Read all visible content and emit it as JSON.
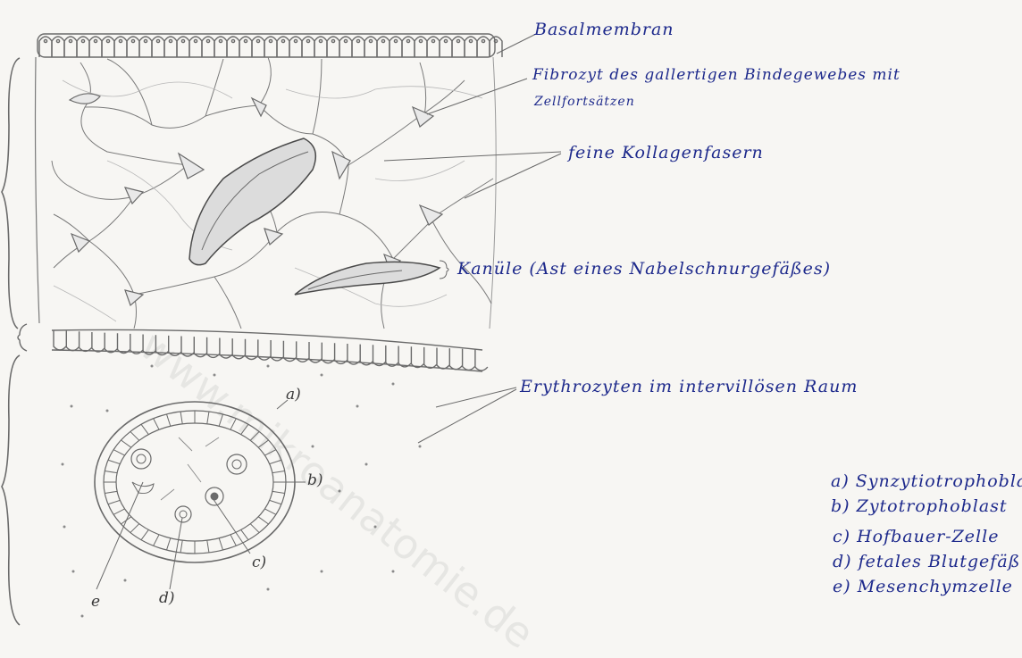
{
  "labels": {
    "basalmembran": "Basalmembran",
    "fibrozyt_line1": "Fibrozyt des gallertigen Bindegewebes mit",
    "fibrozyt_line2": "Zellfortsätzen",
    "kollagen": "feine Kollagenfasern",
    "kanule": "Kanüle (Ast eines Nabelschnurgefäßes)",
    "erythrozyten": "Erythrozyten im intervillösen Raum"
  },
  "legend": [
    "a) Synzytiotrophoblast",
    "b) Zytotrophoblast",
    "c) Hofbauer-Zelle",
    "d) fetales Blutgefäß",
    "e) Mesenchymzelle"
  ],
  "letters": {
    "a": "a)",
    "b": "b)",
    "c": "c)",
    "d": "d)",
    "e": "e"
  },
  "watermark": "www.mikroanatomie.de",
  "colors": {
    "ink": "#1e2a8c",
    "pencil": "#5a5a5a",
    "paper": "#f7f6f3"
  }
}
